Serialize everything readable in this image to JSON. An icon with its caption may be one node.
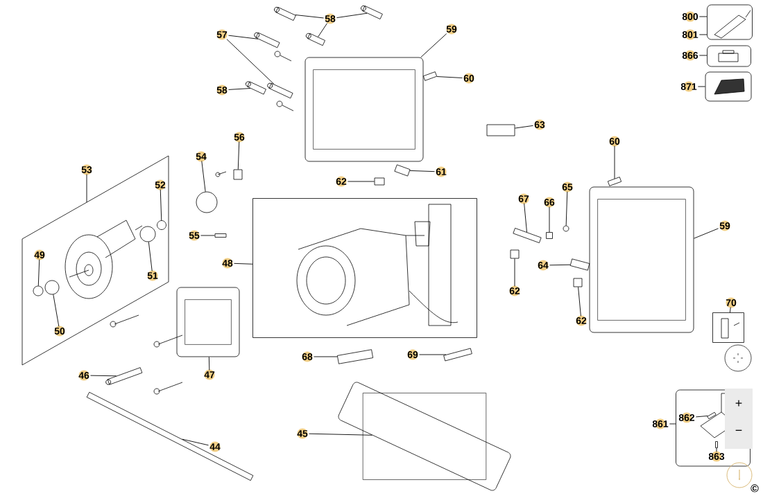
{
  "diagram": {
    "nodes": [
      {
        "text": [],
        "shape": "box"
      },
      {
        "text": [],
        "shape": "box"
      },
      {
        "text": [],
        "shape": "box"
      },
      {
        "text": [],
        "shape": "box"
      },
      {
        "text": [],
        "shape": "box"
      },
      {
        "text": [],
        "shape": "box"
      },
      {
        "text": [],
        "shape": "box"
      },
      {
        "text": [],
        "shape": "box"
      },
      {
        "text": [],
        "shape": "box"
      },
      {
        "text": [],
        "shape": "box"
      },
      {
        "text": [],
        "shape": "box"
      },
      {
        "text": [],
        "shape": "box"
      },
      {
        "text": [],
        "shape": "box"
      },
      {
        "text": [],
        "shape": "box"
      },
      {
        "text": [],
        "shape": "box"
      },
      {
        "text": [],
        "shape": "box"
      },
      {
        "text": [],
        "shape": "circle"
      },
      {
        "text": [],
        "shape": "box"
      },
      {
        "text": [],
        "shape": "box"
      },
      {
        "text": [],
        "shape": "box"
      },
      {
        "text": [],
        "shape": "circle",
        "in": 0
      },
      {
        "text": [],
        "shape": "circle",
        "in": 0
      },
      {
        "text": [],
        "shape": "circle",
        "in": 0
      },
      {
        "text": [],
        "shape": "circle",
        "in": 0
      },
      {
        "text": [],
        "shape": "box"
      },
      {
        "text": [],
        "shape": "box"
      },
      {
        "text": [],
        "shape": "box"
      },
      {
        "text": [],
        "shape": "box"
      },
      {
        "text": [],
        "shape": "box"
      },
      {
        "text": [],
        "shape": "box"
      },
      {
        "text": [],
        "shape": "box"
      },
      {
        "text": [],
        "shape": "box"
      },
      {
        "text": [],
        "shape": "box"
      },
      {
        "text": [],
        "shape": "box"
      },
      {
        "text": [],
        "shape": "circle"
      },
      {
        "text": [],
        "shape": "box"
      },
      {
        "text": [],
        "shape": "box"
      },
      {
        "text": [],
        "shape": "box"
      },
      {
        "text": [],
        "shape": "box"
      },
      {
        "text": [],
        "shape": "box",
        "in": 6
      },
      {
        "text": [],
        "shape": "box",
        "in": 6
      },
      {
        "text": [
          "58"
        ]
      },
      {
        "text": [
          "59"
        ]
      },
      {
        "text": [
          "57"
        ]
      },
      {
        "text": [
          "58"
        ]
      },
      {
        "text": [
          "60"
        ]
      },
      {
        "text": [
          "63"
        ]
      },
      {
        "text": [
          "54"
        ]
      },
      {
        "text": [
          "56"
        ]
      },
      {
        "text": [
          "61"
        ]
      },
      {
        "text": [
          "62"
        ]
      },
      {
        "text": [
          "53"
        ]
      },
      {
        "text": [
          "52"
        ],
        "in": 0
      },
      {
        "text": [
          "49"
        ],
        "in": 0
      },
      {
        "text": [
          "51"
        ],
        "in": 0
      },
      {
        "text": [
          "50"
        ],
        "in": 0
      },
      {
        "text": [
          "55"
        ]
      },
      {
        "text": [
          "48"
        ]
      },
      {
        "text": [
          "47"
        ]
      },
      {
        "text": [
          "46"
        ]
      },
      {
        "text": [
          "68"
        ]
      },
      {
        "text": [
          "69"
        ]
      },
      {
        "text": [
          "44"
        ]
      },
      {
        "text": [
          "45"
        ]
      },
      {
        "text": [
          "60"
        ]
      },
      {
        "text": [
          "67"
        ]
      },
      {
        "text": [
          "66"
        ]
      },
      {
        "text": [
          "65"
        ]
      },
      {
        "text": [
          "59"
        ]
      },
      {
        "text": [
          "64"
        ]
      },
      {
        "text": [
          "62"
        ]
      },
      {
        "text": [
          "62"
        ]
      },
      {
        "text": [
          "70"
        ]
      },
      {
        "text": [
          "800"
        ]
      },
      {
        "text": [
          "801"
        ]
      },
      {
        "text": [
          "866"
        ]
      },
      {
        "text": [
          "871"
        ]
      },
      {
        "text": [
          "861"
        ]
      },
      {
        "text": [
          "862"
        ],
        "in": 6
      },
      {
        "text": [
          "863"
        ],
        "in": 6
      }
    ],
    "edges": [
      {
        "from": 41,
        "to": 7,
        "arrow": "none"
      },
      {
        "from": 41,
        "to": 8,
        "arrow": "none"
      },
      {
        "from": 41,
        "to": 9,
        "arrow": "none"
      },
      {
        "from": 42,
        "to": 13,
        "arrow": "none"
      },
      {
        "from": 43,
        "to": 10,
        "arrow": "none"
      },
      {
        "from": 43,
        "to": 11,
        "arrow": "none"
      },
      {
        "from": 44,
        "to": 12,
        "arrow": "none"
      },
      {
        "from": 45,
        "to": 14,
        "arrow": "none"
      },
      {
        "from": 46,
        "to": 15,
        "arrow": "none"
      },
      {
        "from": 47,
        "to": 16,
        "arrow": "none"
      },
      {
        "from": 48,
        "to": 17,
        "arrow": "none"
      },
      {
        "from": 49,
        "to": 18,
        "arrow": "none"
      },
      {
        "from": 50,
        "to": 19,
        "arrow": "none"
      },
      {
        "from": 51,
        "to": 0,
        "arrow": "none"
      },
      {
        "from": 52,
        "to": 20,
        "arrow": "none"
      },
      {
        "from": 53,
        "to": 22,
        "arrow": "none"
      },
      {
        "from": 54,
        "to": 21,
        "arrow": "none"
      },
      {
        "from": 55,
        "to": 23,
        "arrow": "none"
      },
      {
        "from": 56,
        "to": 24,
        "arrow": "none"
      },
      {
        "from": 57,
        "to": 1,
        "arrow": "none"
      },
      {
        "from": 58,
        "to": 25,
        "arrow": "none"
      },
      {
        "from": 59,
        "to": 26,
        "arrow": "none"
      },
      {
        "from": 60,
        "to": 27,
        "arrow": "none"
      },
      {
        "from": 61,
        "to": 28,
        "arrow": "none"
      },
      {
        "from": 62,
        "to": 29,
        "arrow": "none"
      },
      {
        "from": 63,
        "to": 30,
        "arrow": "none"
      },
      {
        "from": 64,
        "to": 31,
        "arrow": "none"
      },
      {
        "from": 65,
        "to": 32,
        "arrow": "none"
      },
      {
        "from": 66,
        "to": 33,
        "arrow": "none"
      },
      {
        "from": 67,
        "to": 34,
        "arrow": "none"
      },
      {
        "from": 68,
        "to": 35,
        "arrow": "none"
      },
      {
        "from": 69,
        "to": 36,
        "arrow": "none"
      },
      {
        "from": 70,
        "to": 37,
        "arrow": "none"
      },
      {
        "from": 71,
        "to": 38,
        "arrow": "none"
      },
      {
        "from": 72,
        "to": 5,
        "arrow": "none"
      },
      {
        "from": 73,
        "to": 2,
        "arrow": "none"
      },
      {
        "from": 74,
        "to": 2,
        "arrow": "none"
      },
      {
        "from": 75,
        "to": 3,
        "arrow": "none"
      },
      {
        "from": 76,
        "to": 4,
        "arrow": "none"
      },
      {
        "from": 77,
        "to": 6,
        "arrow": "none"
      },
      {
        "from": 78,
        "to": 39,
        "arrow": "none"
      },
      {
        "from": 79,
        "to": 40,
        "arrow": "none"
      }
    ],
    "labels": [
      "+",
      "−",
      "©"
    ]
  }
}
